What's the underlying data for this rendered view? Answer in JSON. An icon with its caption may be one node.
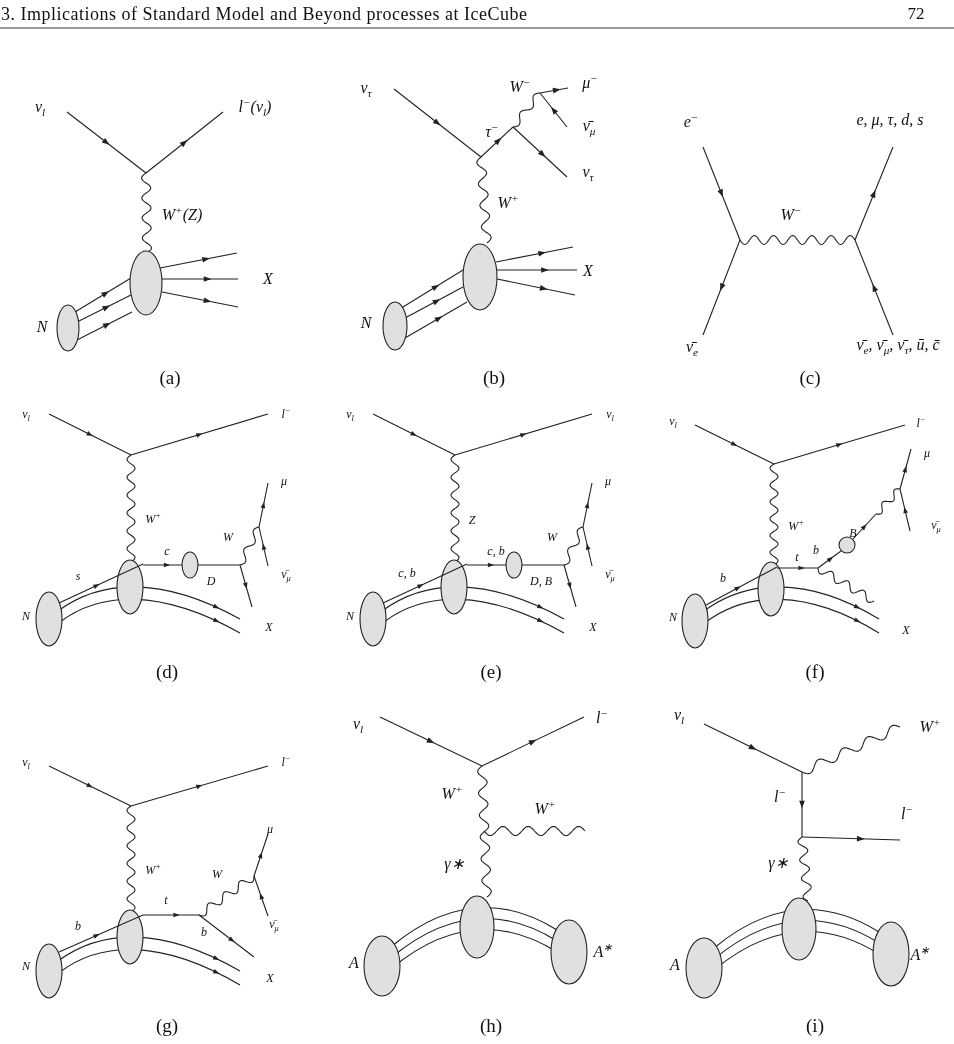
{
  "diagram": {
    "title": "3. Implications of Standard Model and Beyond processes at IceCube",
    "labels": [
      "72",
      "ν$_{l}$",
      "l$^{−}$(ν$_{l}$)",
      "W$^{+}$(Z)",
      "X",
      "N",
      "(a)",
      "ν$_{τ}$",
      "W$^{−}$",
      "μ$^{−}$",
      "τ$^{−}$",
      "ν̄$_{μ}$",
      "ν$_{τ}$",
      "W$^{+}$",
      "X",
      "N",
      "(b)",
      "e$^{−}$",
      "e, μ, τ, d, s",
      "W$^{−}$",
      "ν̄$_{e}$",
      "ν̄$_{e}$, ν̄$_{μ}$, ν̄$_{τ}$, ū, c̄",
      "(c)",
      "ν$_{l}$",
      "l$^{−}$",
      "μ",
      "W$^{+}$",
      "W",
      "c",
      "s",
      "D",
      "ν̄$_{μ}$",
      "N",
      "X",
      "(d)",
      "ν$_{l}$",
      "ν$_{l}$",
      "μ",
      "Z",
      "W",
      "c, b",
      "c, b",
      "D, B",
      "ν̄$_{μ}$",
      "N",
      "X",
      "(e)",
      "ν$_{l}$",
      "l$^{−}$",
      "μ",
      "ν̄$_{μ}$",
      "W$^{+}$",
      "B",
      "b",
      "t",
      "b",
      "N",
      "X",
      "(f)",
      "ν$_{l}$",
      "l$^{−}$",
      "μ",
      "W$^{+}$",
      "W",
      "t",
      "ν̄$_{μ}$",
      "b",
      "b",
      "N",
      "X",
      "(g)",
      "ν$_{l}$",
      "l$^{−}$",
      "W$^{+}$",
      "W$^{+}$",
      "γ∗",
      "A",
      "A$^{∗}$",
      "(h)",
      "ν$_{l}$",
      "W$^{+}$",
      "l$^{−}$",
      "l$^{−}$",
      "γ∗",
      "A",
      "A$^{∗}$",
      "(i)"
    ]
  }
}
